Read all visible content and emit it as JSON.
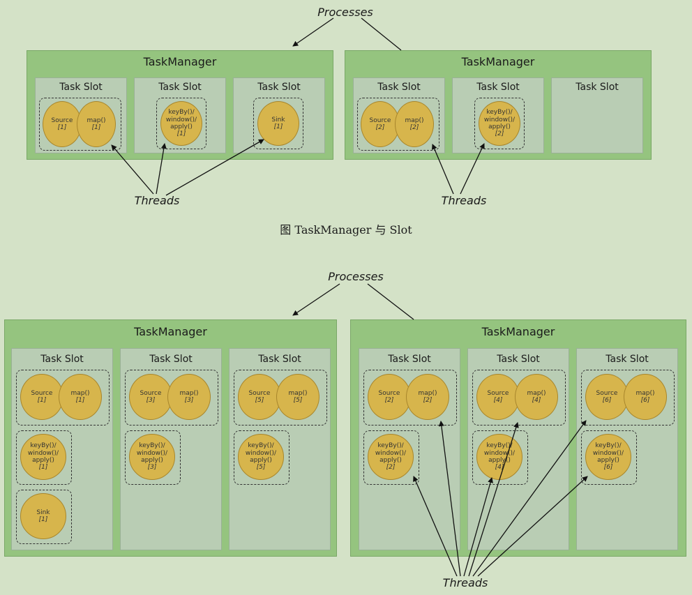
{
  "fig1": {
    "processes_label": "Processes",
    "threads_label": "Threads",
    "caption": "图  TaskManager 与 Slot",
    "taskmanagers": [
      {
        "title": "TaskManager",
        "slots": [
          {
            "title": "Task Slot",
            "ops": [
              {
                "name": "Source",
                "id": "[1]"
              },
              {
                "name": "map()",
                "id": "[1]"
              }
            ]
          },
          {
            "title": "Task Slot",
            "ops": [
              {
                "name": "keyBy()/\nwindow()/\napply()",
                "id": "[1]"
              }
            ]
          },
          {
            "title": "Task Slot",
            "ops": [
              {
                "name": "Sink",
                "id": "[1]"
              }
            ]
          }
        ]
      },
      {
        "title": "TaskManager",
        "slots": [
          {
            "title": "Task Slot",
            "ops": [
              {
                "name": "Source",
                "id": "[2]"
              },
              {
                "name": "map()",
                "id": "[2]"
              }
            ]
          },
          {
            "title": "Task Slot",
            "ops": [
              {
                "name": "keyBy()/\nwindow()/\napply()",
                "id": "[2]"
              }
            ]
          },
          {
            "title": "Task Slot",
            "ops": []
          }
        ]
      }
    ]
  },
  "fig2": {
    "processes_label": "Processes",
    "threads_label": "Threads",
    "taskmanagers": [
      {
        "title": "TaskManager",
        "slots": [
          {
            "title": "Task Slot",
            "ops": [
              {
                "name": "Source",
                "id": "[1]"
              },
              {
                "name": "map()",
                "id": "[1]"
              },
              {
                "name": "keyBy()/\nwindow()/\napply()",
                "id": "[1]"
              },
              {
                "name": "Sink",
                "id": "[1]"
              }
            ]
          },
          {
            "title": "Task Slot",
            "ops": [
              {
                "name": "Source",
                "id": "[3]"
              },
              {
                "name": "map()",
                "id": "[3]"
              },
              {
                "name": "keyBy()/\nwindow()/\napply()",
                "id": "[3]"
              }
            ]
          },
          {
            "title": "Task Slot",
            "ops": [
              {
                "name": "Source",
                "id": "[5]"
              },
              {
                "name": "map()",
                "id": "[5]"
              },
              {
                "name": "keyBy()/\nwindow()/\napply()",
                "id": "[5]"
              }
            ]
          }
        ]
      },
      {
        "title": "TaskManager",
        "slots": [
          {
            "title": "Task Slot",
            "ops": [
              {
                "name": "Source",
                "id": "[2]"
              },
              {
                "name": "map()",
                "id": "[2]"
              },
              {
                "name": "keyBy()/\nwindow()/\napply()",
                "id": "[2]"
              }
            ]
          },
          {
            "title": "Task Slot",
            "ops": [
              {
                "name": "Source",
                "id": "[4]"
              },
              {
                "name": "map()",
                "id": "[4]"
              },
              {
                "name": "keyBy()/\nwindow()/\napply()",
                "id": "[4]"
              }
            ]
          },
          {
            "title": "Task Slot",
            "ops": [
              {
                "name": "Source",
                "id": "[6]"
              },
              {
                "name": "map()",
                "id": "[6]"
              },
              {
                "name": "keyBy()/\nwindow()/\napply()",
                "id": "[6]"
              }
            ]
          }
        ]
      }
    ]
  }
}
